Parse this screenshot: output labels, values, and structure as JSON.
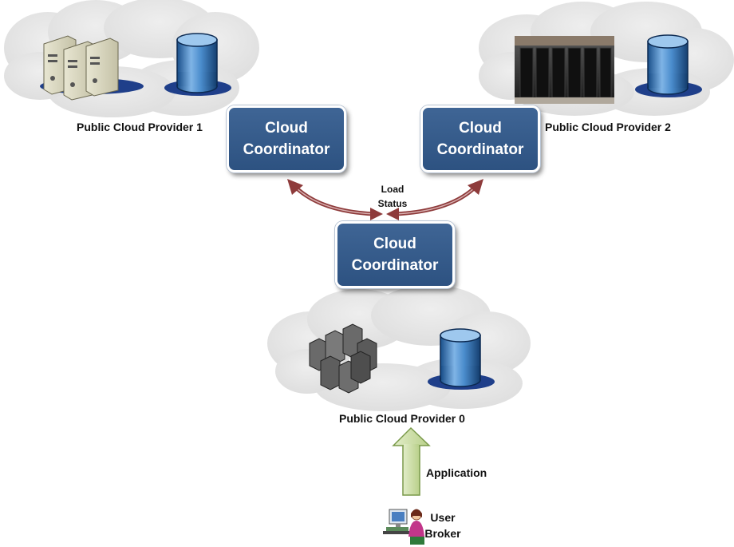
{
  "providers": {
    "p1": {
      "label": "Public Cloud Provider 1"
    },
    "p2": {
      "label": "Public Cloud Provider 2"
    },
    "p0": {
      "label": "Public Cloud Provider 0"
    }
  },
  "coordinators": {
    "c1": {
      "line1": "Cloud",
      "line2": "Coordinator"
    },
    "c2": {
      "line1": "Cloud",
      "line2": "Coordinator"
    },
    "c0": {
      "line1": "Cloud",
      "line2": "Coordinator"
    }
  },
  "load_status": {
    "line1": "Load",
    "line2": "Status"
  },
  "application": {
    "label": "Application"
  },
  "user_broker": {
    "line1": "User",
    "line2": "Broker"
  },
  "colors": {
    "coordinator": "#2d5281",
    "arrow": "#8e3b3b",
    "up_arrow_fill": "#c8dba0",
    "up_arrow_stroke": "#7a9a4a",
    "cloud": "#e3e3e3"
  }
}
